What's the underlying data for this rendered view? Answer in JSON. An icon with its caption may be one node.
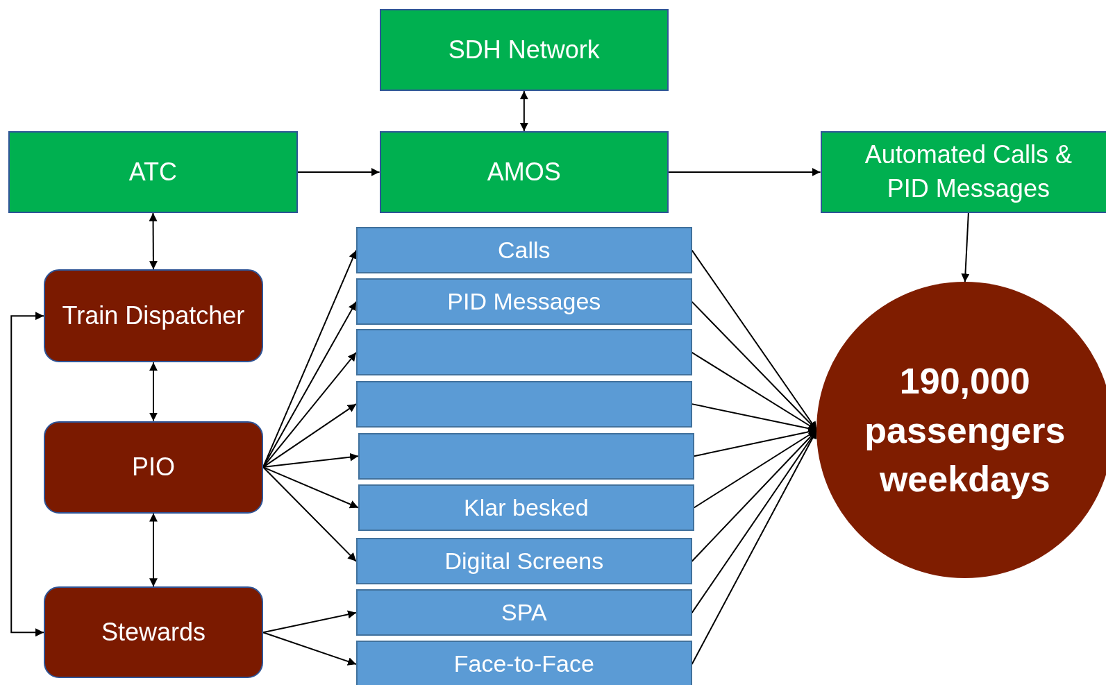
{
  "diagram": {
    "nodes": [
      {
        "text": [
          "SDH Network"
        ]
      },
      {
        "text": [
          "ATC"
        ]
      },
      {
        "text": [
          "AMOS"
        ]
      },
      {
        "text": [
          "Automated Calls & PID Messages"
        ]
      },
      {
        "text": [
          "Train Dispatcher"
        ]
      },
      {
        "text": [
          "PIO"
        ]
      },
      {
        "text": [
          "Stewards"
        ]
      },
      {
        "text": [
          "Calls"
        ]
      },
      {
        "text": [
          "PID Messages"
        ]
      },
      {
        "text": [],
        "shape": "box"
      },
      {
        "text": [],
        "shape": "box"
      },
      {
        "text": [],
        "shape": "box"
      },
      {
        "text": [
          "Klar besked"
        ]
      },
      {
        "text": [
          "Digital Screens"
        ]
      },
      {
        "text": [
          "SPA"
        ]
      },
      {
        "text": [
          "Face-to-Face"
        ]
      },
      {
        "text": [
          "190,000 passengers weekdays"
        ]
      }
    ],
    "edges": [
      {
        "from": 0,
        "to": 2,
        "arrow": "both"
      },
      {
        "from": 1,
        "to": 2,
        "arrow": "to"
      },
      {
        "from": 2,
        "to": 3,
        "arrow": "to"
      },
      {
        "from": 3,
        "to": 16,
        "arrow": "to"
      },
      {
        "from": 1,
        "to": 4,
        "arrow": "both"
      },
      {
        "from": 4,
        "to": 5,
        "arrow": "both"
      },
      {
        "from": 5,
        "to": 6,
        "arrow": "both"
      },
      {
        "from": 6,
        "to": 4,
        "arrow": "both"
      },
      {
        "from": 5,
        "to": 7,
        "arrow": "to"
      },
      {
        "from": 5,
        "to": 8,
        "arrow": "to"
      },
      {
        "from": 5,
        "to": 9,
        "arrow": "to"
      },
      {
        "from": 5,
        "to": 10,
        "arrow": "to"
      },
      {
        "from": 5,
        "to": 11,
        "arrow": "to"
      },
      {
        "from": 5,
        "to": 12,
        "arrow": "to"
      },
      {
        "from": 5,
        "to": 13,
        "arrow": "to"
      },
      {
        "from": 6,
        "to": 14,
        "arrow": "to"
      },
      {
        "from": 6,
        "to": 15,
        "arrow": "to"
      },
      {
        "from": 7,
        "to": 16,
        "arrow": "to"
      },
      {
        "from": 8,
        "to": 16,
        "arrow": "to"
      },
      {
        "from": 9,
        "to": 16,
        "arrow": "to"
      },
      {
        "from": 10,
        "to": 16,
        "arrow": "to"
      },
      {
        "from": 11,
        "to": 16,
        "arrow": "to"
      },
      {
        "from": 12,
        "to": 16,
        "arrow": "to"
      },
      {
        "from": 13,
        "to": 16,
        "arrow": "to"
      },
      {
        "from": 14,
        "to": 16,
        "arrow": "to"
      },
      {
        "from": 15,
        "to": 16,
        "arrow": "to"
      }
    ]
  }
}
